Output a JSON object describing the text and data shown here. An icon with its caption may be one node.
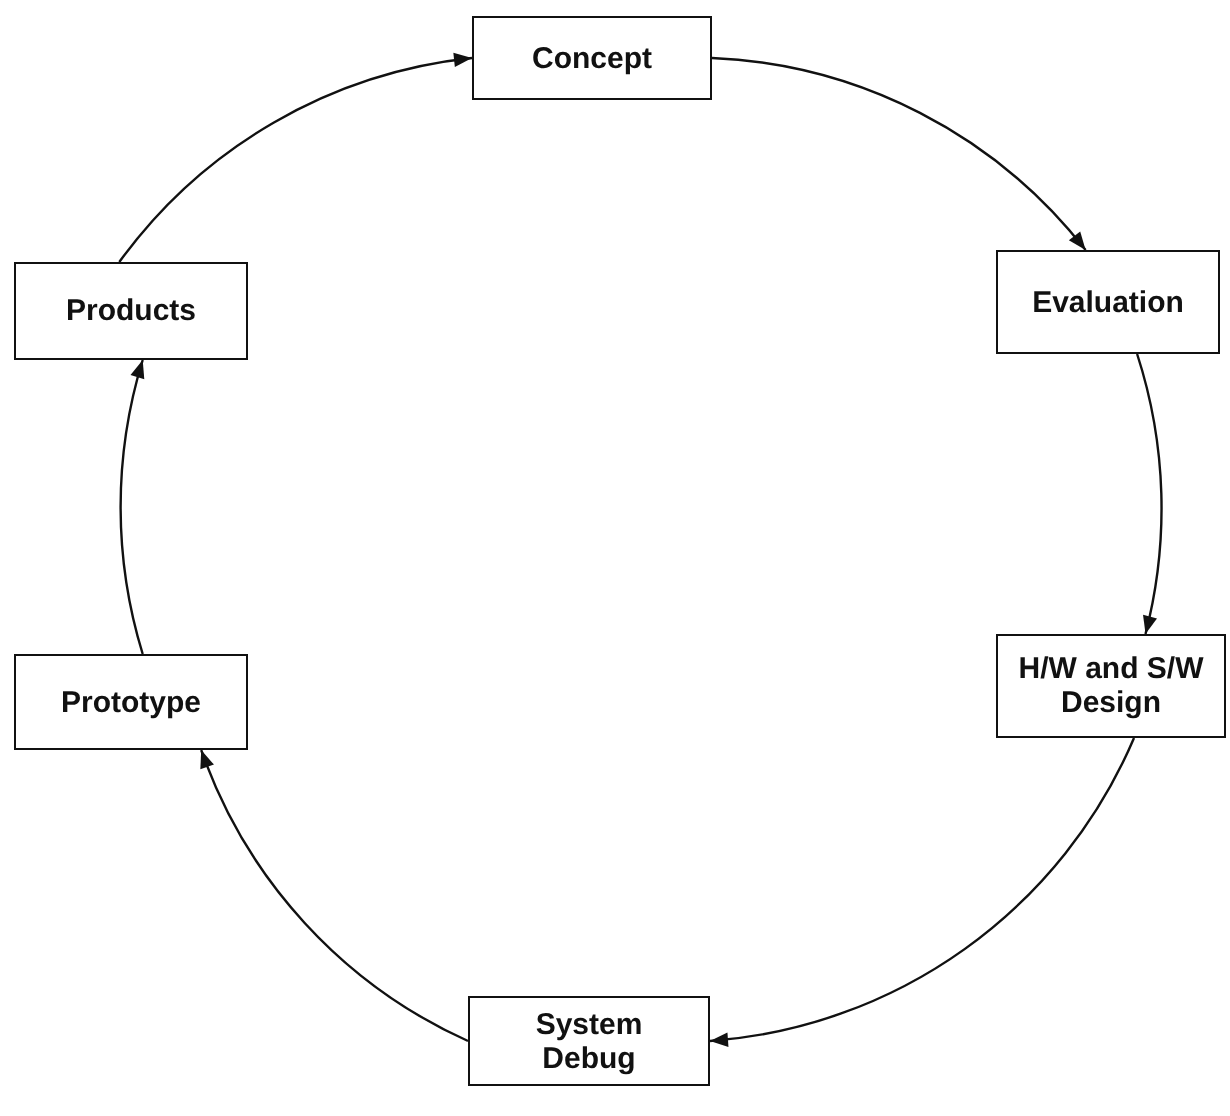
{
  "diagram": {
    "nodes": [
      {
        "text": [
          "Concept"
        ]
      },
      {
        "text": [
          "Evaluation"
        ]
      },
      {
        "text": [
          "H/W and S/W Design"
        ]
      },
      {
        "text": [
          "System Debug"
        ]
      },
      {
        "text": [
          "Prototype"
        ]
      },
      {
        "text": [
          "Products"
        ]
      }
    ],
    "edges": [
      {
        "from": 0,
        "to": 1,
        "arrow": "to"
      },
      {
        "from": 1,
        "to": 2,
        "arrow": "to"
      },
      {
        "from": 2,
        "to": 3,
        "arrow": "to"
      },
      {
        "from": 3,
        "to": 4,
        "arrow": "to"
      },
      {
        "from": 4,
        "to": 5,
        "arrow": "to"
      },
      {
        "from": 5,
        "to": 0,
        "arrow": "to"
      }
    ]
  }
}
